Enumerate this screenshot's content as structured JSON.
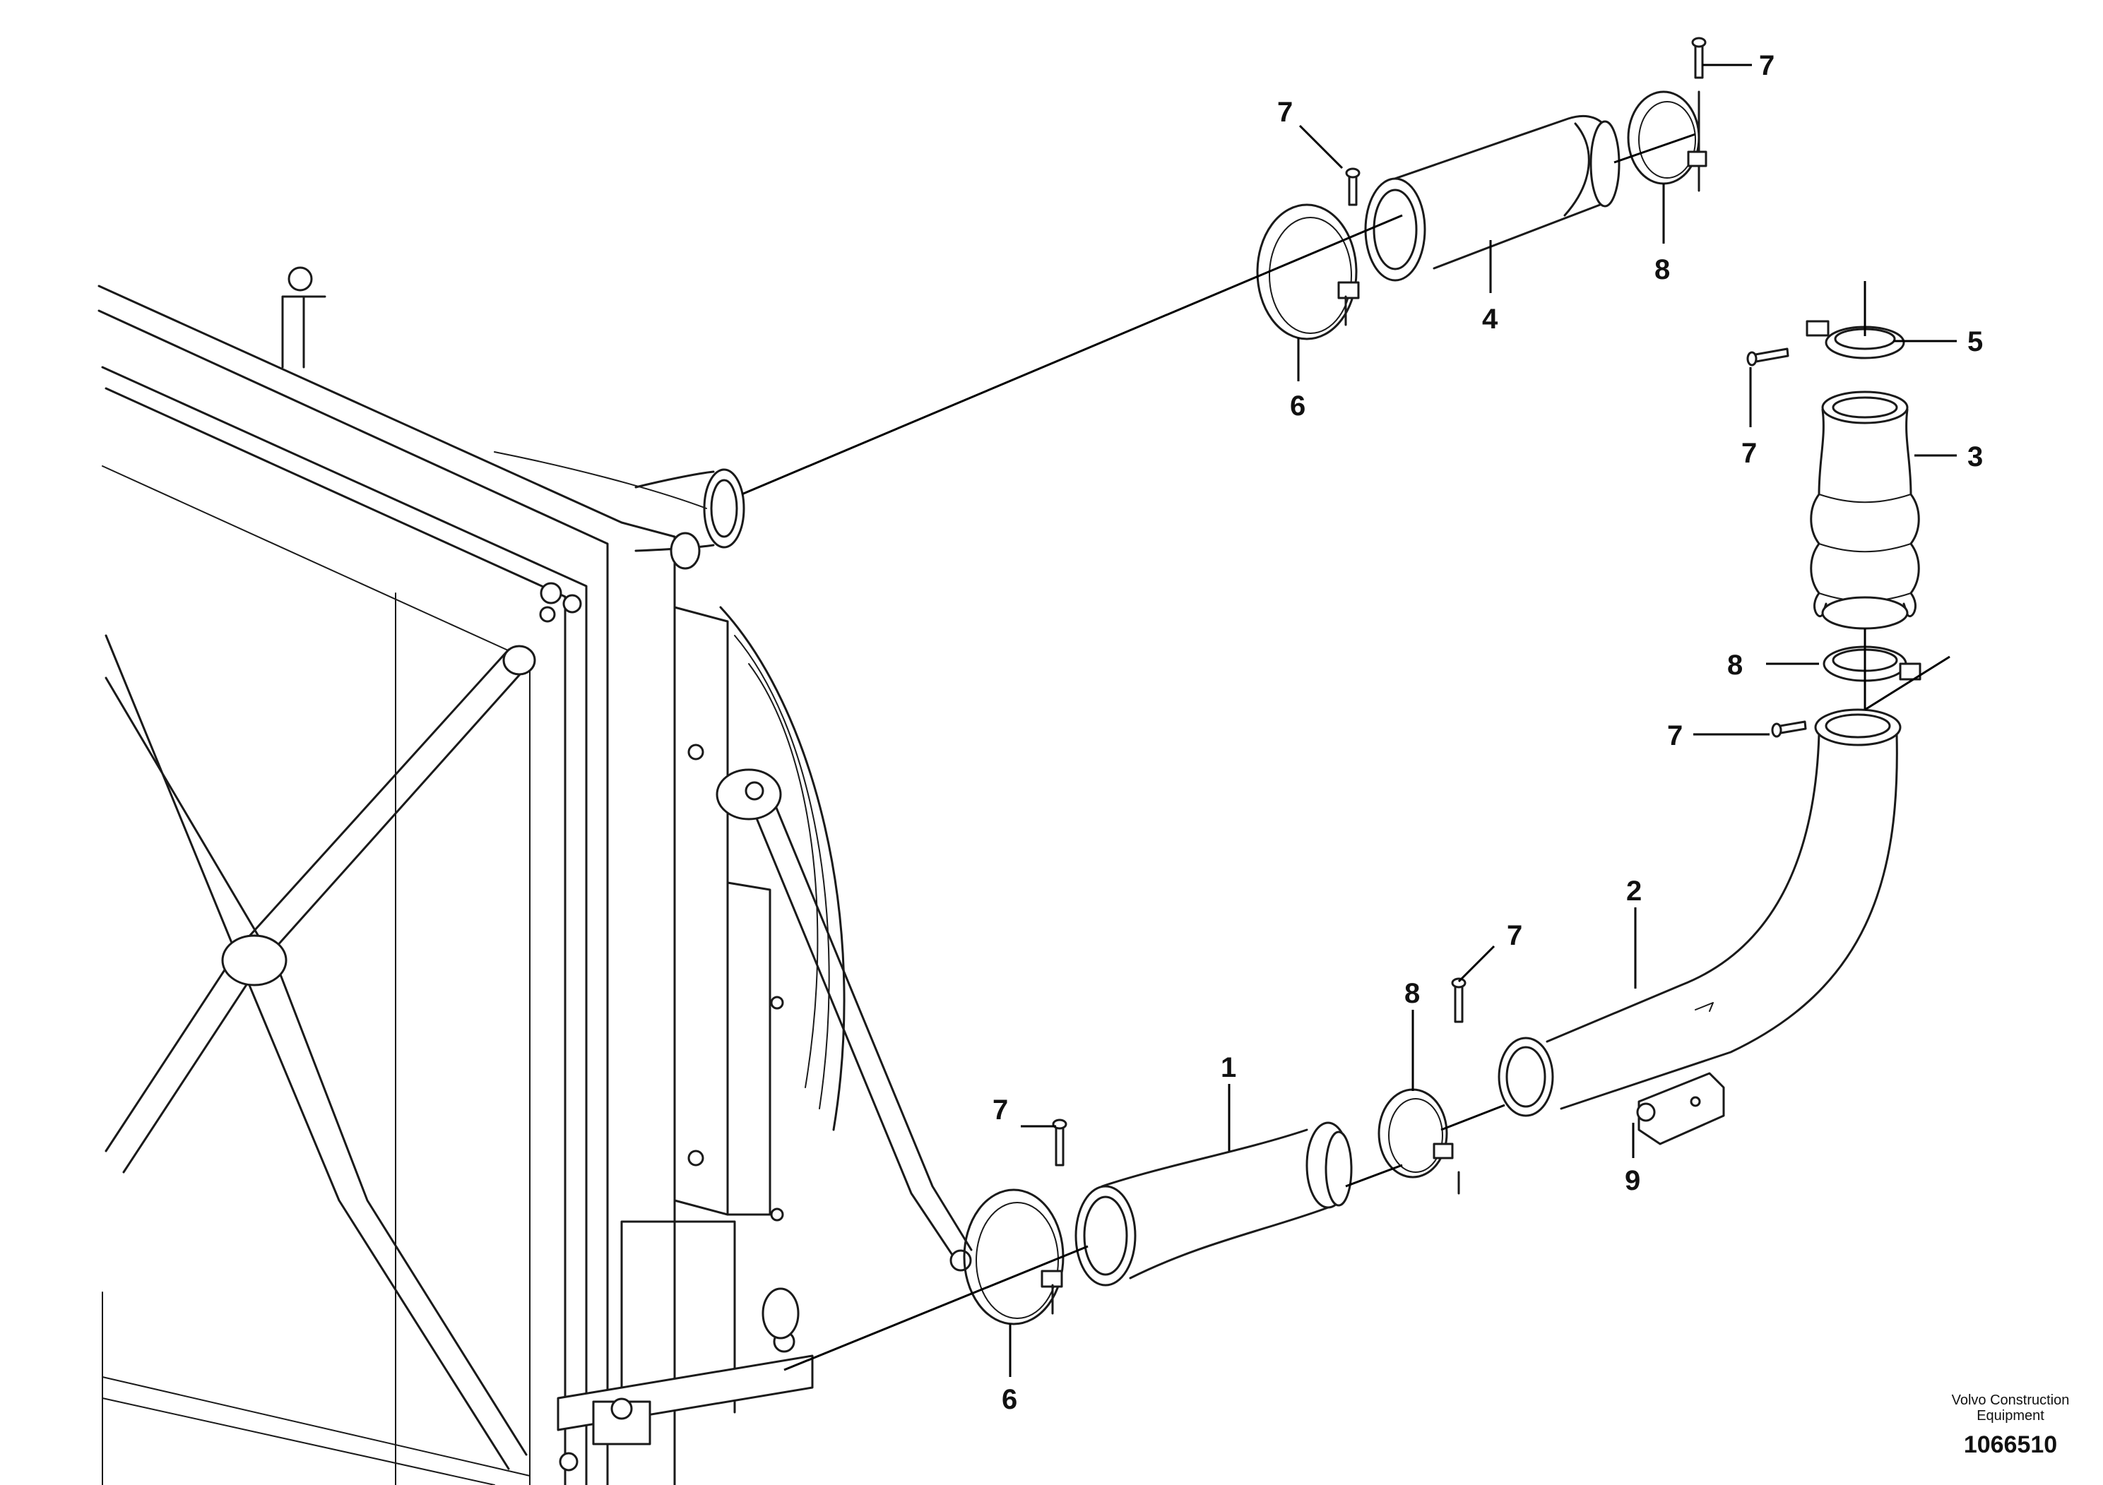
{
  "callouts": {
    "c1": "1",
    "c2": "2",
    "c3": "3",
    "c4": "4",
    "c5": "5",
    "c6a": "6",
    "c6b": "6",
    "c7a": "7",
    "c7b": "7",
    "c7c": "7",
    "c7d": "7",
    "c7e": "7",
    "c8a": "8",
    "c8b": "8",
    "c8c": "8",
    "c9": "9"
  },
  "footer": {
    "company_line1": "Volvo Construction",
    "company_line2": "Equipment",
    "drawing_number": "1066510"
  }
}
